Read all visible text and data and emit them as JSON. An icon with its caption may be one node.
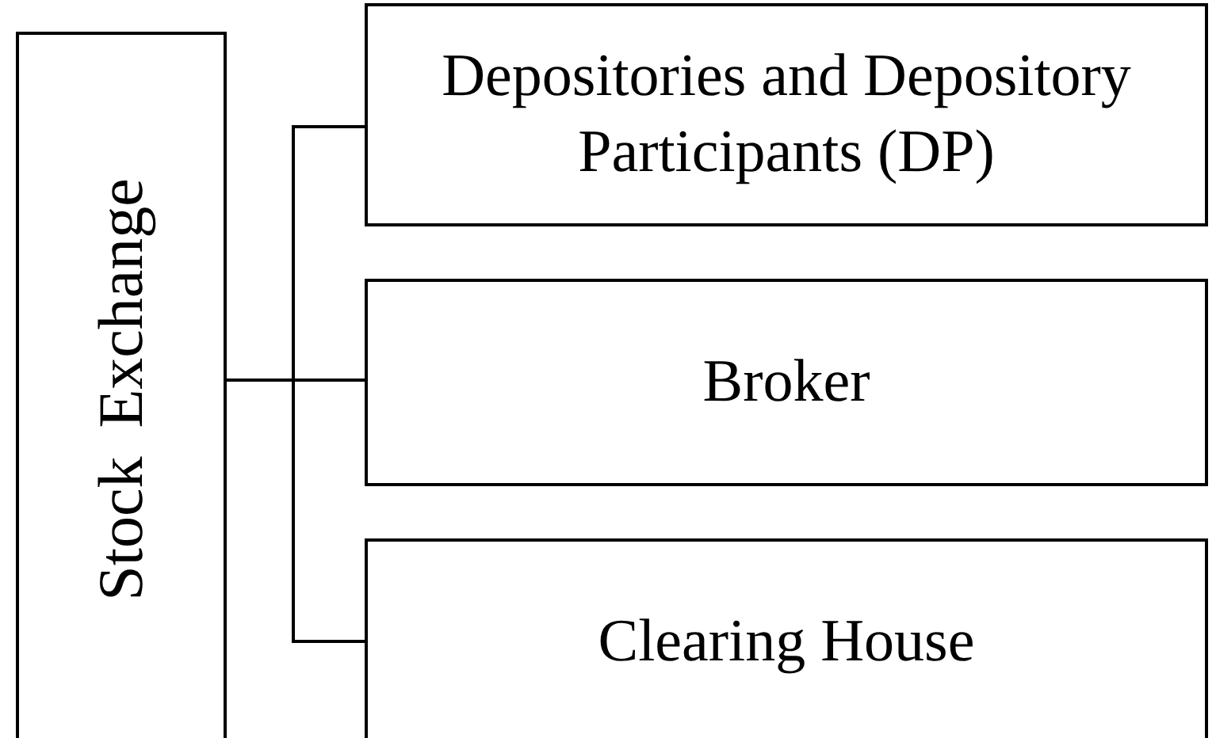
{
  "diagram": {
    "nodes": [
      {
        "text": [
          "Stock Exchange"
        ]
      },
      {
        "text": [
          "Depositories and Depository Participants (DP)"
        ]
      },
      {
        "text": [
          "Broker"
        ]
      },
      {
        "text": [
          "Clearing House"
        ]
      }
    ],
    "edges": [
      {
        "from": 0,
        "to": 1,
        "arrow": "none"
      },
      {
        "from": 0,
        "to": 2,
        "arrow": "none"
      },
      {
        "from": 0,
        "to": 3,
        "arrow": "none"
      }
    ]
  }
}
